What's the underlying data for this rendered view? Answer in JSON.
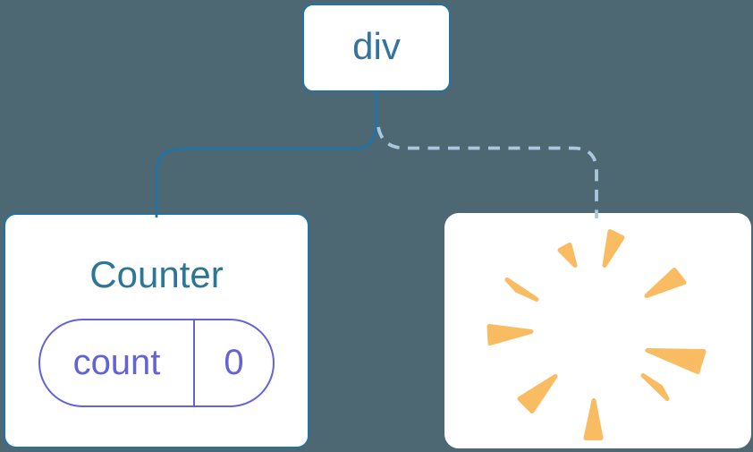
{
  "colors": {
    "canvas-bg": "#4d6873",
    "node-bg": "#ffffff",
    "node-border": "#2173a7",
    "root-label": "#34749f",
    "component-label": "#2d7696",
    "state-accent": "#6363d6",
    "dashed-connector": "#a9c8dd",
    "poof": "#f9bc62"
  },
  "diagram": {
    "root": {
      "label": "div"
    },
    "counter": {
      "title": "Counter",
      "state": {
        "name": "count",
        "value": "0"
      }
    },
    "removed": {
      "icon": "poof-explosion-icon"
    },
    "connectors": {
      "to_counter": "solid",
      "to_removed": "dashed"
    }
  }
}
